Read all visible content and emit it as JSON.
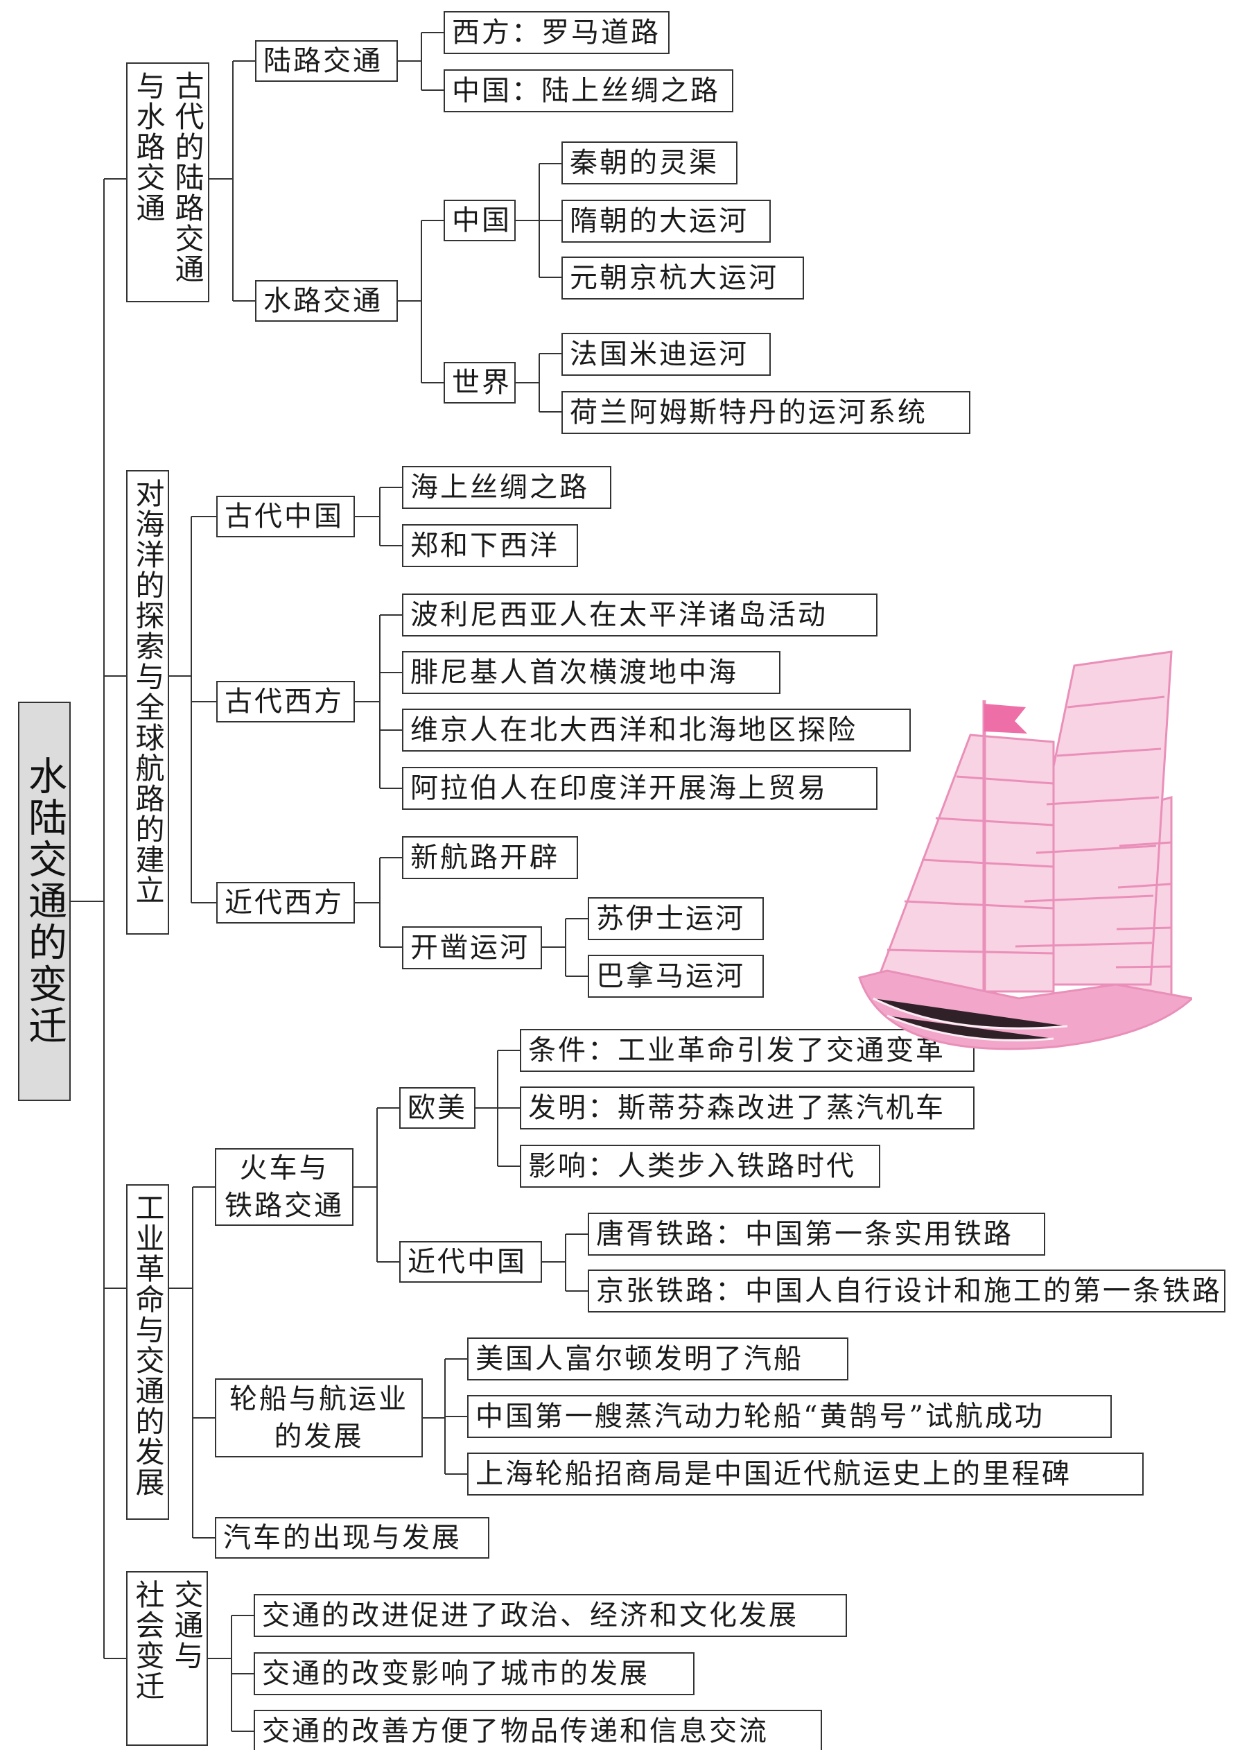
{
  "root": "水陆交通的变迁",
  "sections": {
    "ancient_transport": {
      "col1": "古代的陆路交通",
      "col2": "与水路交通"
    },
    "ocean": "对海洋的探索与全球航路的建立",
    "industrial": "工业革命与交通的发展",
    "society": {
      "col1": "交通与",
      "col2": "社会变迁"
    }
  },
  "ancient": {
    "land": "陆路交通",
    "land_items": [
      "西方：罗马道路",
      "中国：陆上丝绸之路"
    ],
    "water": "水路交通",
    "water_china": "中国",
    "water_china_items": [
      "秦朝的灵渠",
      "隋朝的大运河",
      "元朝京杭大运河"
    ],
    "water_world": "世界",
    "water_world_items": [
      "法国米迪运河",
      "荷兰阿姆斯特丹的运河系统"
    ]
  },
  "ocean_tree": {
    "ancient_china": "古代中国",
    "ancient_china_items": [
      "海上丝绸之路",
      "郑和下西洋"
    ],
    "ancient_west": "古代西方",
    "ancient_west_items": [
      "波利尼西亚人在太平洋诸岛活动",
      "腓尼基人首次横渡地中海",
      "维京人在北大西洋和北海地区探险",
      "阿拉伯人在印度洋开展海上贸易"
    ],
    "modern_west": "近代西方",
    "new_route": "新航路开辟",
    "canals": "开凿运河",
    "canal_items": [
      "苏伊士运河",
      "巴拿马运河"
    ]
  },
  "industrial_tree": {
    "rail_line1": "火车与",
    "rail_line2": "铁路交通",
    "euam": "欧美",
    "euam_items": [
      "条件：工业革命引发了交通变革",
      "发明：斯蒂芬森改进了蒸汽机车",
      "影响：人类步入铁路时代"
    ],
    "modern_china": "近代中国",
    "china_items": [
      "唐胥铁路：中国第一条实用铁路",
      "京张铁路：中国人自行设计和施工的第一条铁路"
    ],
    "ship_line1": "轮船与航运业",
    "ship_line2": "的发展",
    "ship_items": [
      "美国人富尔顿发明了汽船",
      "中国第一艘蒸汽动力轮船“黄鹄号”试航成功",
      "上海轮船招商局是中国近代航运史上的里程碑"
    ],
    "car": "汽车的出现与发展"
  },
  "society_items": [
    "交通的改进促进了政治、经济和文化发展",
    "交通的改变影响了城市的发展",
    "交通的改善方便了物品传递和信息交流"
  ],
  "colors": {
    "sail": "#f8d3e3",
    "sail_rib": "#e98fb9",
    "hull": "#f2a7ca",
    "flag": "#ee6fa8",
    "root_bg": "#dcdcdc"
  }
}
